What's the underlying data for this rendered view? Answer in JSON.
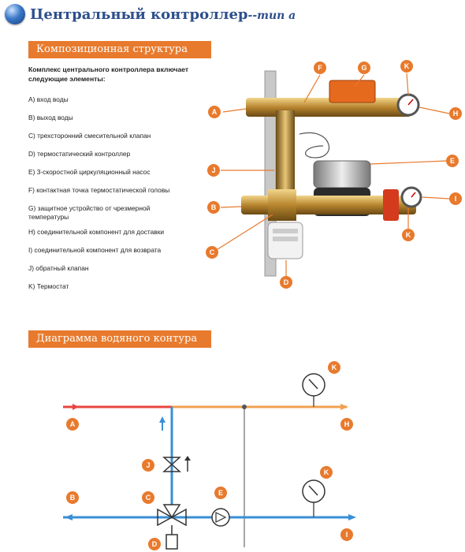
{
  "header": {
    "title": "Центральный контроллер",
    "title_suffix": "--тип a",
    "icon": "globe-icon"
  },
  "composition": {
    "heading": "Композиционная структура",
    "intro": "Комплекс центрального контроллера включает следующие элементы:",
    "items": [
      "A) вход воды",
      "B) выход воды",
      "C) трехсторонний смесительной клапан",
      "D) термостатический контроллер",
      "E) 3-скоростной циркуляционный насос",
      "F) контактная точка термостатической головы",
      "G) защитное устройство от чрезмерной температуры",
      "H) соединительной компонент для доставки",
      "I) соединительной компонент для возврата",
      "J) обратный клапан",
      "K) Термостат"
    ],
    "photo_labels": [
      "A",
      "B",
      "C",
      "D",
      "E",
      "F",
      "G",
      "H",
      "I",
      "J",
      "K",
      "K"
    ]
  },
  "water_circuit": {
    "heading": "Диаграмма водяного контура",
    "labels": [
      "A",
      "B",
      "C",
      "D",
      "E",
      "H",
      "I",
      "J",
      "K",
      "K"
    ]
  },
  "colors": {
    "accent": "#e87a2d",
    "title": "#2d4f8a",
    "supply_line": "#e8443f",
    "hot_line": "#f0a050",
    "return_line": "#3a8fd6",
    "callout": "#e87a2d"
  }
}
